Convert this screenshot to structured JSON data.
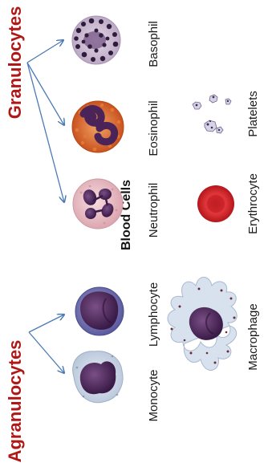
{
  "title": "Blood Cells",
  "groups": {
    "granulocytes": "Granulocytes",
    "agranulocytes": "Agranulocytes"
  },
  "cells": {
    "basophil": "Basophil",
    "eosinophil": "Eosinophil",
    "neutrophil": "Neutrophil",
    "lymphocyte": "Lymphocyte",
    "monocyte": "Monocyte",
    "platelets": "Platelets",
    "erythrocyte": "Erythrocyte",
    "macrophage": "Macrophage"
  },
  "colors": {
    "group_label": "#b01818",
    "arrow": "#4a7ab5",
    "nucleus": "#4a2458",
    "erythrocyte": "#d8262c",
    "basophil_bg": "#cfc2d6",
    "eosinophil_bg": "#d9692c",
    "neutrophil_bg": "#ecc2c8",
    "lymphocyte_bg": "#7c7bbd",
    "monocyte_bg": "#cfd8e6",
    "macrophage_bg": "#d6e0ec"
  }
}
